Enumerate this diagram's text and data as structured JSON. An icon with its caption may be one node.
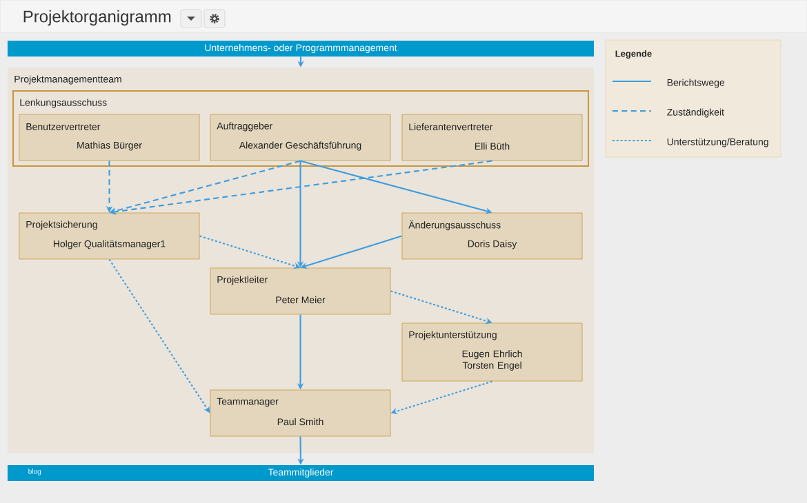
{
  "diagram": {
    "title": "Projektorganigramm",
    "nodes": [
      {
        "text": [
          "Unternehmens- oder Programmmanagement"
        ]
      },
      {
        "text": [
          "Projektmanagementteam"
        ]
      },
      {
        "text": [
          "Lenkungsausschuss"
        ],
        "in": 1
      },
      {
        "text": [
          "Benutzervertreter",
          "Mathias Bürger"
        ],
        "in": 2
      },
      {
        "text": [
          "Auftraggeber",
          "Alexander Geschäftsführung"
        ],
        "in": 2
      },
      {
        "text": [
          "Lieferantenvertreter",
          "Elli Büth"
        ],
        "in": 2
      },
      {
        "text": [
          "Projektsicherung",
          "Holger Qualitätsmanager1"
        ],
        "in": 1
      },
      {
        "text": [
          "Änderungsausschuss",
          "Doris Daisy"
        ],
        "in": 1
      },
      {
        "text": [
          "Projektleiter",
          "Peter Meier"
        ],
        "in": 1
      },
      {
        "text": [
          "Projektunterstützung",
          "Eugen Ehrlich Torsten Engel"
        ],
        "in": 1
      },
      {
        "text": [
          "Teammanager",
          "Paul Smith"
        ],
        "in": 1
      },
      {
        "text": [
          "Teammitglieder"
        ]
      }
    ],
    "edges": [
      {
        "from": 0,
        "to": 1,
        "arrow": "to"
      },
      {
        "from": 3,
        "to": 6,
        "arrow": "to",
        "style": "dashed"
      },
      {
        "from": 4,
        "to": 6,
        "arrow": "to",
        "style": "dashed"
      },
      {
        "from": 5,
        "to": 6,
        "arrow": "to",
        "style": "dashed"
      },
      {
        "from": 4,
        "to": 8,
        "arrow": "to"
      },
      {
        "from": 4,
        "to": 7,
        "arrow": "to"
      },
      {
        "from": 7,
        "to": 8,
        "arrow": "to"
      },
      {
        "from": 6,
        "to": 8,
        "arrow": "to",
        "style": "dashed"
      },
      {
        "from": 8,
        "to": 9,
        "arrow": "to",
        "style": "dashed"
      },
      {
        "from": 8,
        "to": 10,
        "arrow": "to"
      },
      {
        "from": 6,
        "to": 10,
        "arrow": "to",
        "style": "dashed"
      },
      {
        "from": 9,
        "to": 10,
        "arrow": "to",
        "style": "dashed"
      },
      {
        "from": 10,
        "to": 11,
        "arrow": "to"
      }
    ],
    "labels": [
      "Legende",
      "blog"
    ],
    "legend": [
      {
        "text": "Berichtswege"
      },
      {
        "text": "Zuständigkeit"
      },
      {
        "text": "Unterstützung/Beratung"
      }
    ]
  }
}
